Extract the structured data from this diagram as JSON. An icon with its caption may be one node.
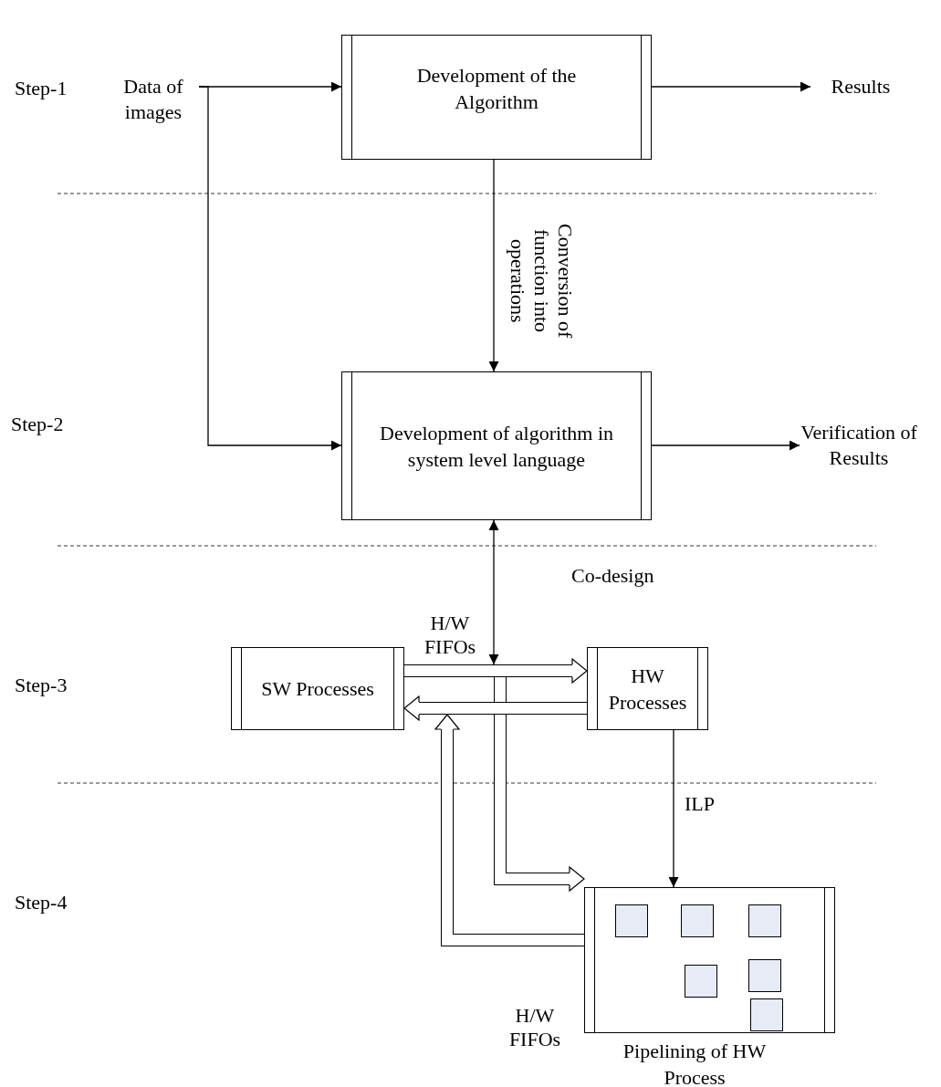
{
  "diagram": {
    "nodes": [
      {
        "text": [
          "Data of images"
        ]
      },
      {
        "text": [
          "Development of the Algorithm"
        ]
      },
      {
        "text": [
          "Results"
        ]
      },
      {
        "text": [
          "Development of algorithm in system level language"
        ]
      },
      {
        "text": [
          "Verification of Results"
        ]
      },
      {
        "text": [
          "SW Processes"
        ]
      },
      {
        "text": [
          "HW Processes"
        ]
      },
      {
        "text": [
          "Pipelining of HW Process"
        ]
      },
      {
        "text": [],
        "shape": "box",
        "in": 7
      },
      {
        "text": [],
        "shape": "box",
        "in": 7
      },
      {
        "text": [],
        "shape": "box",
        "in": 7
      },
      {
        "text": [],
        "shape": "box",
        "in": 7
      },
      {
        "text": [],
        "shape": "box",
        "in": 7
      },
      {
        "text": [],
        "shape": "box",
        "in": 7
      }
    ],
    "edges": [
      {
        "from": 0,
        "to": 1,
        "arrow": "to"
      },
      {
        "from": 0,
        "to": 3,
        "arrow": "to"
      },
      {
        "from": 1,
        "to": 2,
        "arrow": "to"
      },
      {
        "from": 1,
        "to": 3,
        "arrow": "to",
        "label": "Conversion of function into operations"
      },
      {
        "from": 3,
        "to": 4,
        "arrow": "to"
      },
      {
        "from": null,
        "to": 3,
        "arrow": "both"
      },
      {
        "from": 5,
        "to": 6,
        "arrow": "to",
        "style": "thick"
      },
      {
        "from": 6,
        "to": 5,
        "arrow": "to",
        "style": "thick"
      },
      {
        "from": 5,
        "to": 7,
        "arrow": "to",
        "style": "thick"
      },
      {
        "from": 7,
        "to": 5,
        "arrow": "to",
        "style": "thick"
      },
      {
        "from": 6,
        "to": 7,
        "arrow": "to",
        "label": "ILP"
      }
    ],
    "labels": [
      "Step-1",
      "Step-2",
      "Co-design",
      "H/W FIFOs",
      "Step-3",
      "Step-4",
      "H/W FIFOs"
    ]
  }
}
